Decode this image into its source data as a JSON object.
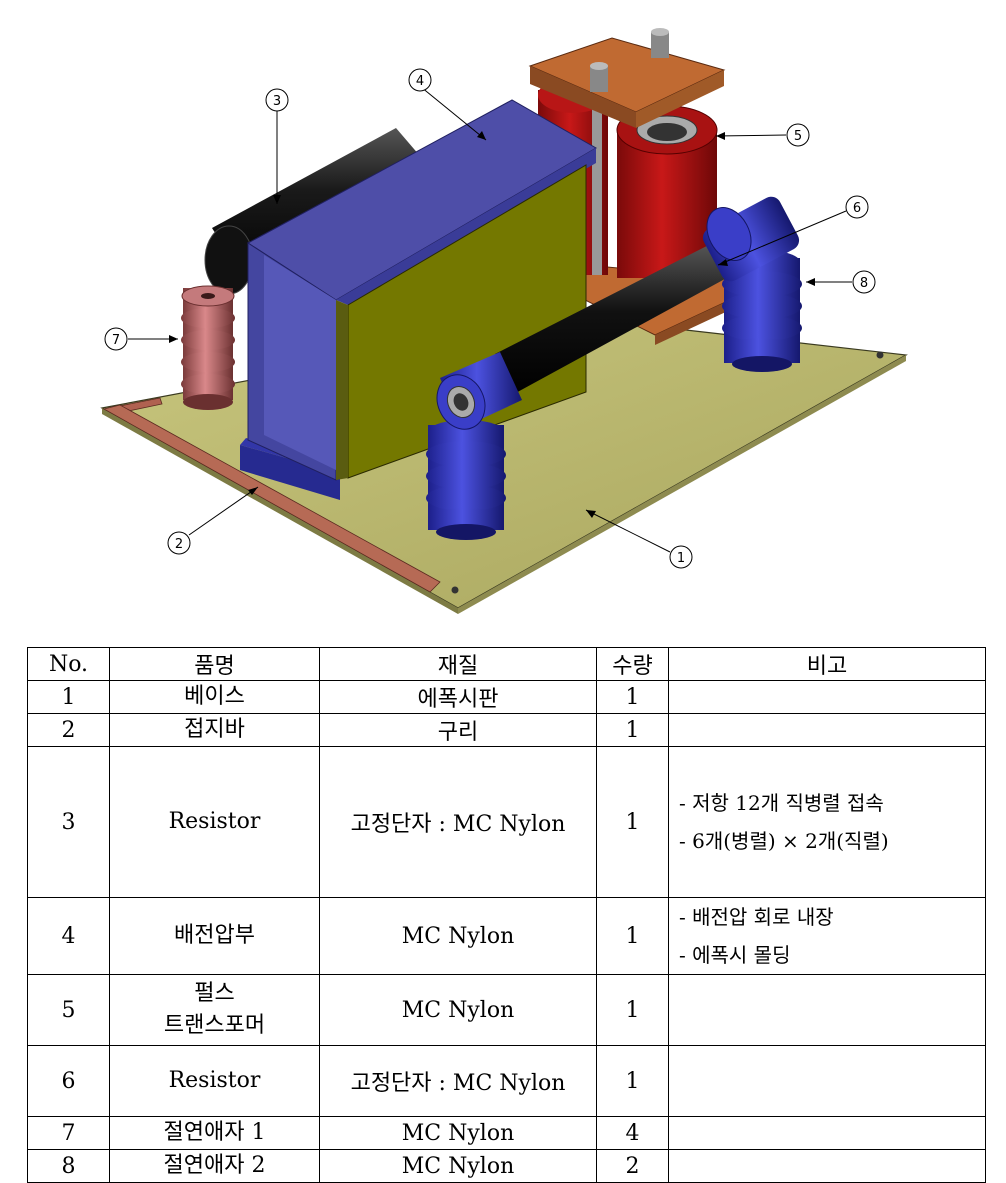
{
  "figure": {
    "callouts": [
      "1",
      "2",
      "3",
      "4",
      "5",
      "6",
      "7",
      "8"
    ]
  },
  "table": {
    "headers": [
      "No.",
      "품명",
      "재질",
      "수량",
      "비고"
    ],
    "rows": [
      {
        "no": "1",
        "name": [
          "베이스"
        ],
        "material": "에폭시판",
        "qty": "1",
        "remarks": []
      },
      {
        "no": "2",
        "name": [
          "접지바"
        ],
        "material": "구리",
        "qty": "1",
        "remarks": []
      },
      {
        "no": "3",
        "name": [
          "Resistor"
        ],
        "material": "고정단자 : MC Nylon",
        "qty": "1",
        "remarks": [
          "- 저항 12개 직병렬 접속",
          "- 6개(병렬) × 2개(직렬)"
        ]
      },
      {
        "no": "4",
        "name": [
          "배전압부"
        ],
        "material": "MC Nylon",
        "qty": "1",
        "remarks": [
          "- 배전압 회로 내장",
          "- 에폭시 몰딩"
        ]
      },
      {
        "no": "5",
        "name": [
          "펄스",
          "트랜스포머"
        ],
        "material": "MC Nylon",
        "qty": "1",
        "remarks": []
      },
      {
        "no": "6",
        "name": [
          "Resistor"
        ],
        "material": "고정단자 : MC Nylon",
        "qty": "1",
        "remarks": []
      },
      {
        "no": "7",
        "name": [
          "절연애자 1"
        ],
        "material": "MC Nylon",
        "qty": "4",
        "remarks": []
      },
      {
        "no": "8",
        "name": [
          "절연애자 2"
        ],
        "material": "MC Nylon",
        "qty": "2",
        "remarks": []
      }
    ]
  }
}
